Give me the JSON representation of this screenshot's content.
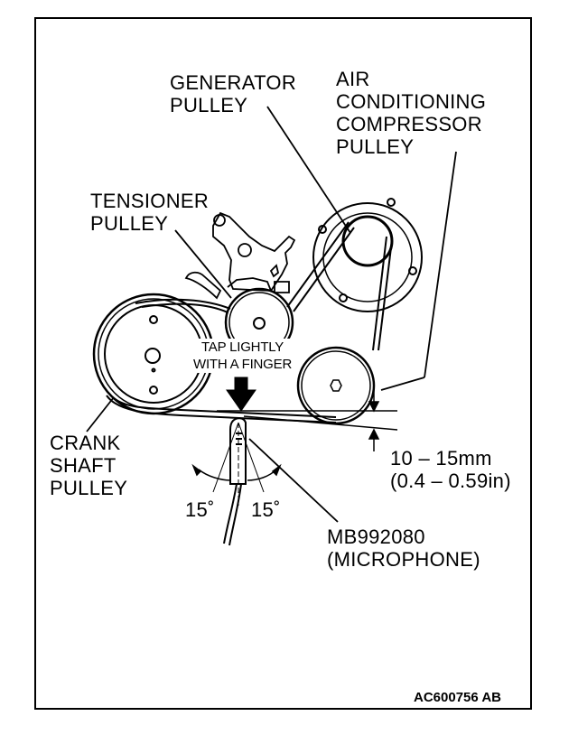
{
  "labels": {
    "generator_pulley": [
      "GENERATOR",
      "PULLEY"
    ],
    "ac_compressor_pulley": [
      "AIR",
      "CONDITIONING",
      "COMPRESSOR",
      "PULLEY"
    ],
    "tensioner_pulley": [
      "TENSIONER",
      "PULLEY"
    ],
    "crank_shaft_pulley": [
      "CRANK",
      "SHAFT",
      "PULLEY"
    ],
    "tap_instruction": [
      "TAP LIGHTLY",
      "WITH A FINGER"
    ],
    "deflection": [
      "10 – 15mm",
      "(0.4 – 0.59in)"
    ],
    "angle_left": "15˚",
    "angle_right": "15˚",
    "microphone": [
      "MB992080",
      "(MICROPHONE)"
    ]
  },
  "figure_code": "AC600756 AB"
}
